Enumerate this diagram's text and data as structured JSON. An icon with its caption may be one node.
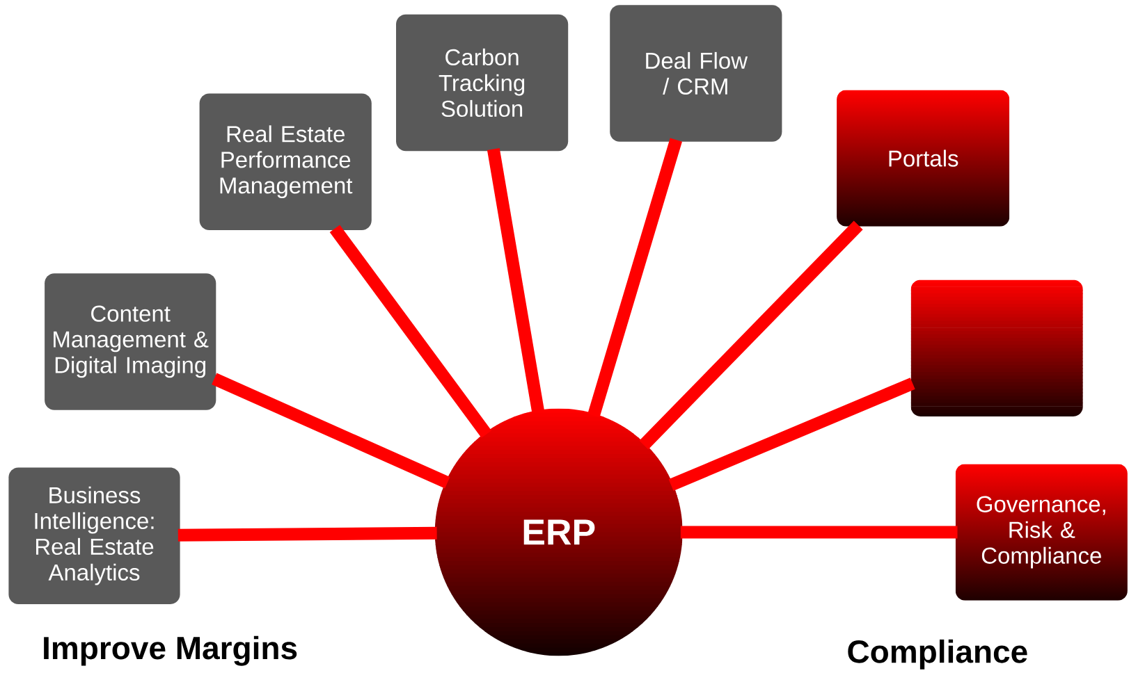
{
  "diagram": {
    "nodes": [
      {
        "text": [
          "Business Intelligence: Real Estate Analytics"
        ]
      },
      {
        "text": [
          "Content Management & Digital Imaging"
        ]
      },
      {
        "text": [
          "Real Estate Performance Management"
        ]
      },
      {
        "text": [
          "Carbon Tracking Solution"
        ]
      },
      {
        "text": [
          "Deal Flow / CRM"
        ]
      },
      {
        "text": [
          "Portals"
        ]
      },
      {
        "text": [],
        "shape": "box"
      },
      {
        "text": [
          "Governance, Risk & Compliance"
        ]
      },
      {
        "text": [
          "ERP"
        ]
      }
    ],
    "edges": [
      {
        "from": 8,
        "to": 0,
        "arrow": "none"
      },
      {
        "from": 8,
        "to": 1,
        "arrow": "none"
      },
      {
        "from": 8,
        "to": 2,
        "arrow": "none"
      },
      {
        "from": 8,
        "to": 3,
        "arrow": "none"
      },
      {
        "from": 8,
        "to": 4,
        "arrow": "none"
      },
      {
        "from": 8,
        "to": 5,
        "arrow": "none"
      },
      {
        "from": 8,
        "to": 6,
        "arrow": "none"
      },
      {
        "from": 8,
        "to": 7,
        "arrow": "none"
      }
    ],
    "labels": [
      "Improve Margins",
      "Compliance"
    ]
  }
}
